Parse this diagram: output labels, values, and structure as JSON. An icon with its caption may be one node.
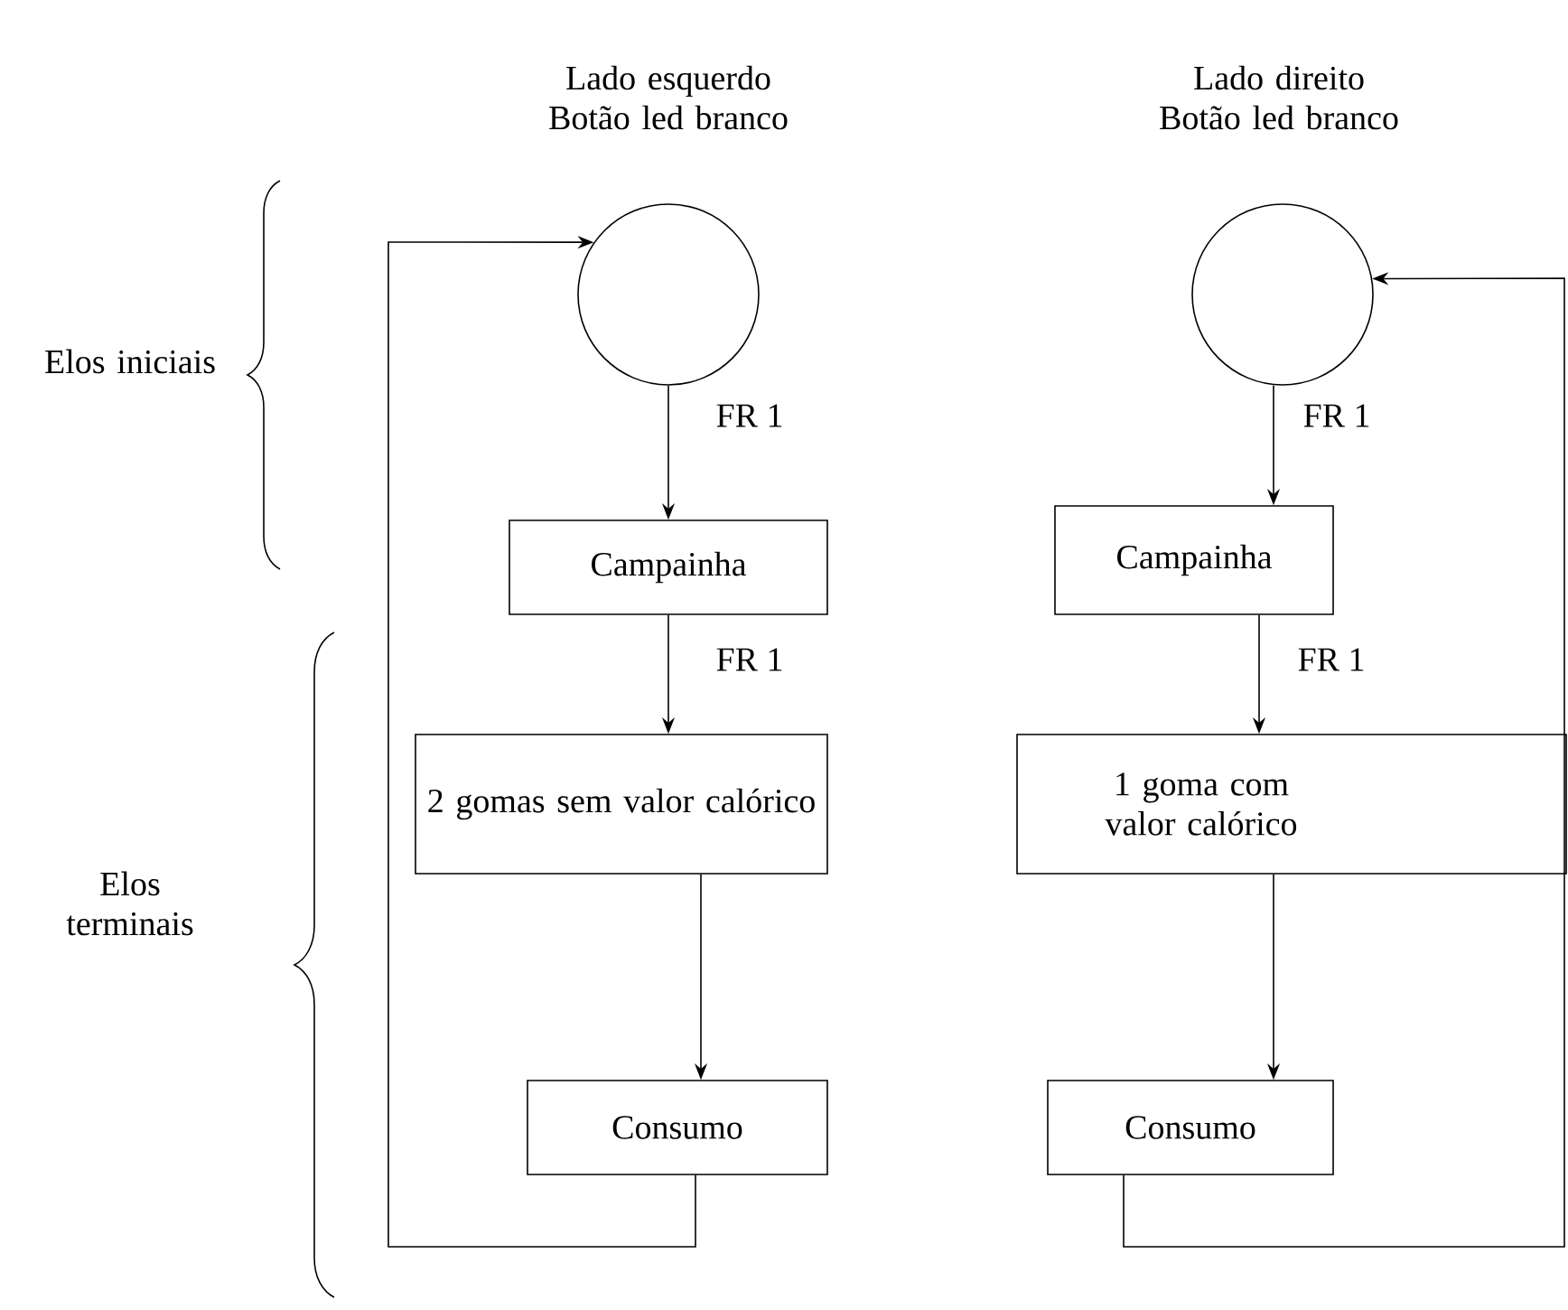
{
  "diagram": {
    "nodes": [
      {
        "text": [
          "Lado esquerdo Botão led branco"
        ]
      },
      {
        "text": [
          "Lado direito Botão led branco"
        ]
      },
      {
        "text": [
          "Campainha"
        ]
      },
      {
        "text": [
          "Campainha"
        ]
      },
      {
        "text": [
          "2 gomas sem valor calórico"
        ]
      },
      {
        "text": [
          "1 goma com valor calórico"
        ]
      },
      {
        "text": [
          "Consumo"
        ]
      },
      {
        "text": [
          "Consumo"
        ]
      }
    ],
    "edges": [
      {
        "from": 0,
        "to": 2,
        "arrow": "to",
        "label": "FR 1"
      },
      {
        "from": 2,
        "to": 4,
        "arrow": "to",
        "label": "FR 1"
      },
      {
        "from": 4,
        "to": 6,
        "arrow": "to"
      },
      {
        "from": 6,
        "to": 0,
        "arrow": "to"
      },
      {
        "from": 1,
        "to": 3,
        "arrow": "to",
        "label": "FR 1"
      },
      {
        "from": 3,
        "to": 5,
        "arrow": "to",
        "label": "FR 1"
      },
      {
        "from": 5,
        "to": 7,
        "arrow": "to"
      },
      {
        "from": 7,
        "to": 1,
        "arrow": "to"
      }
    ],
    "labels": [
      "Elos iniciais",
      "Elos terminais"
    ]
  }
}
